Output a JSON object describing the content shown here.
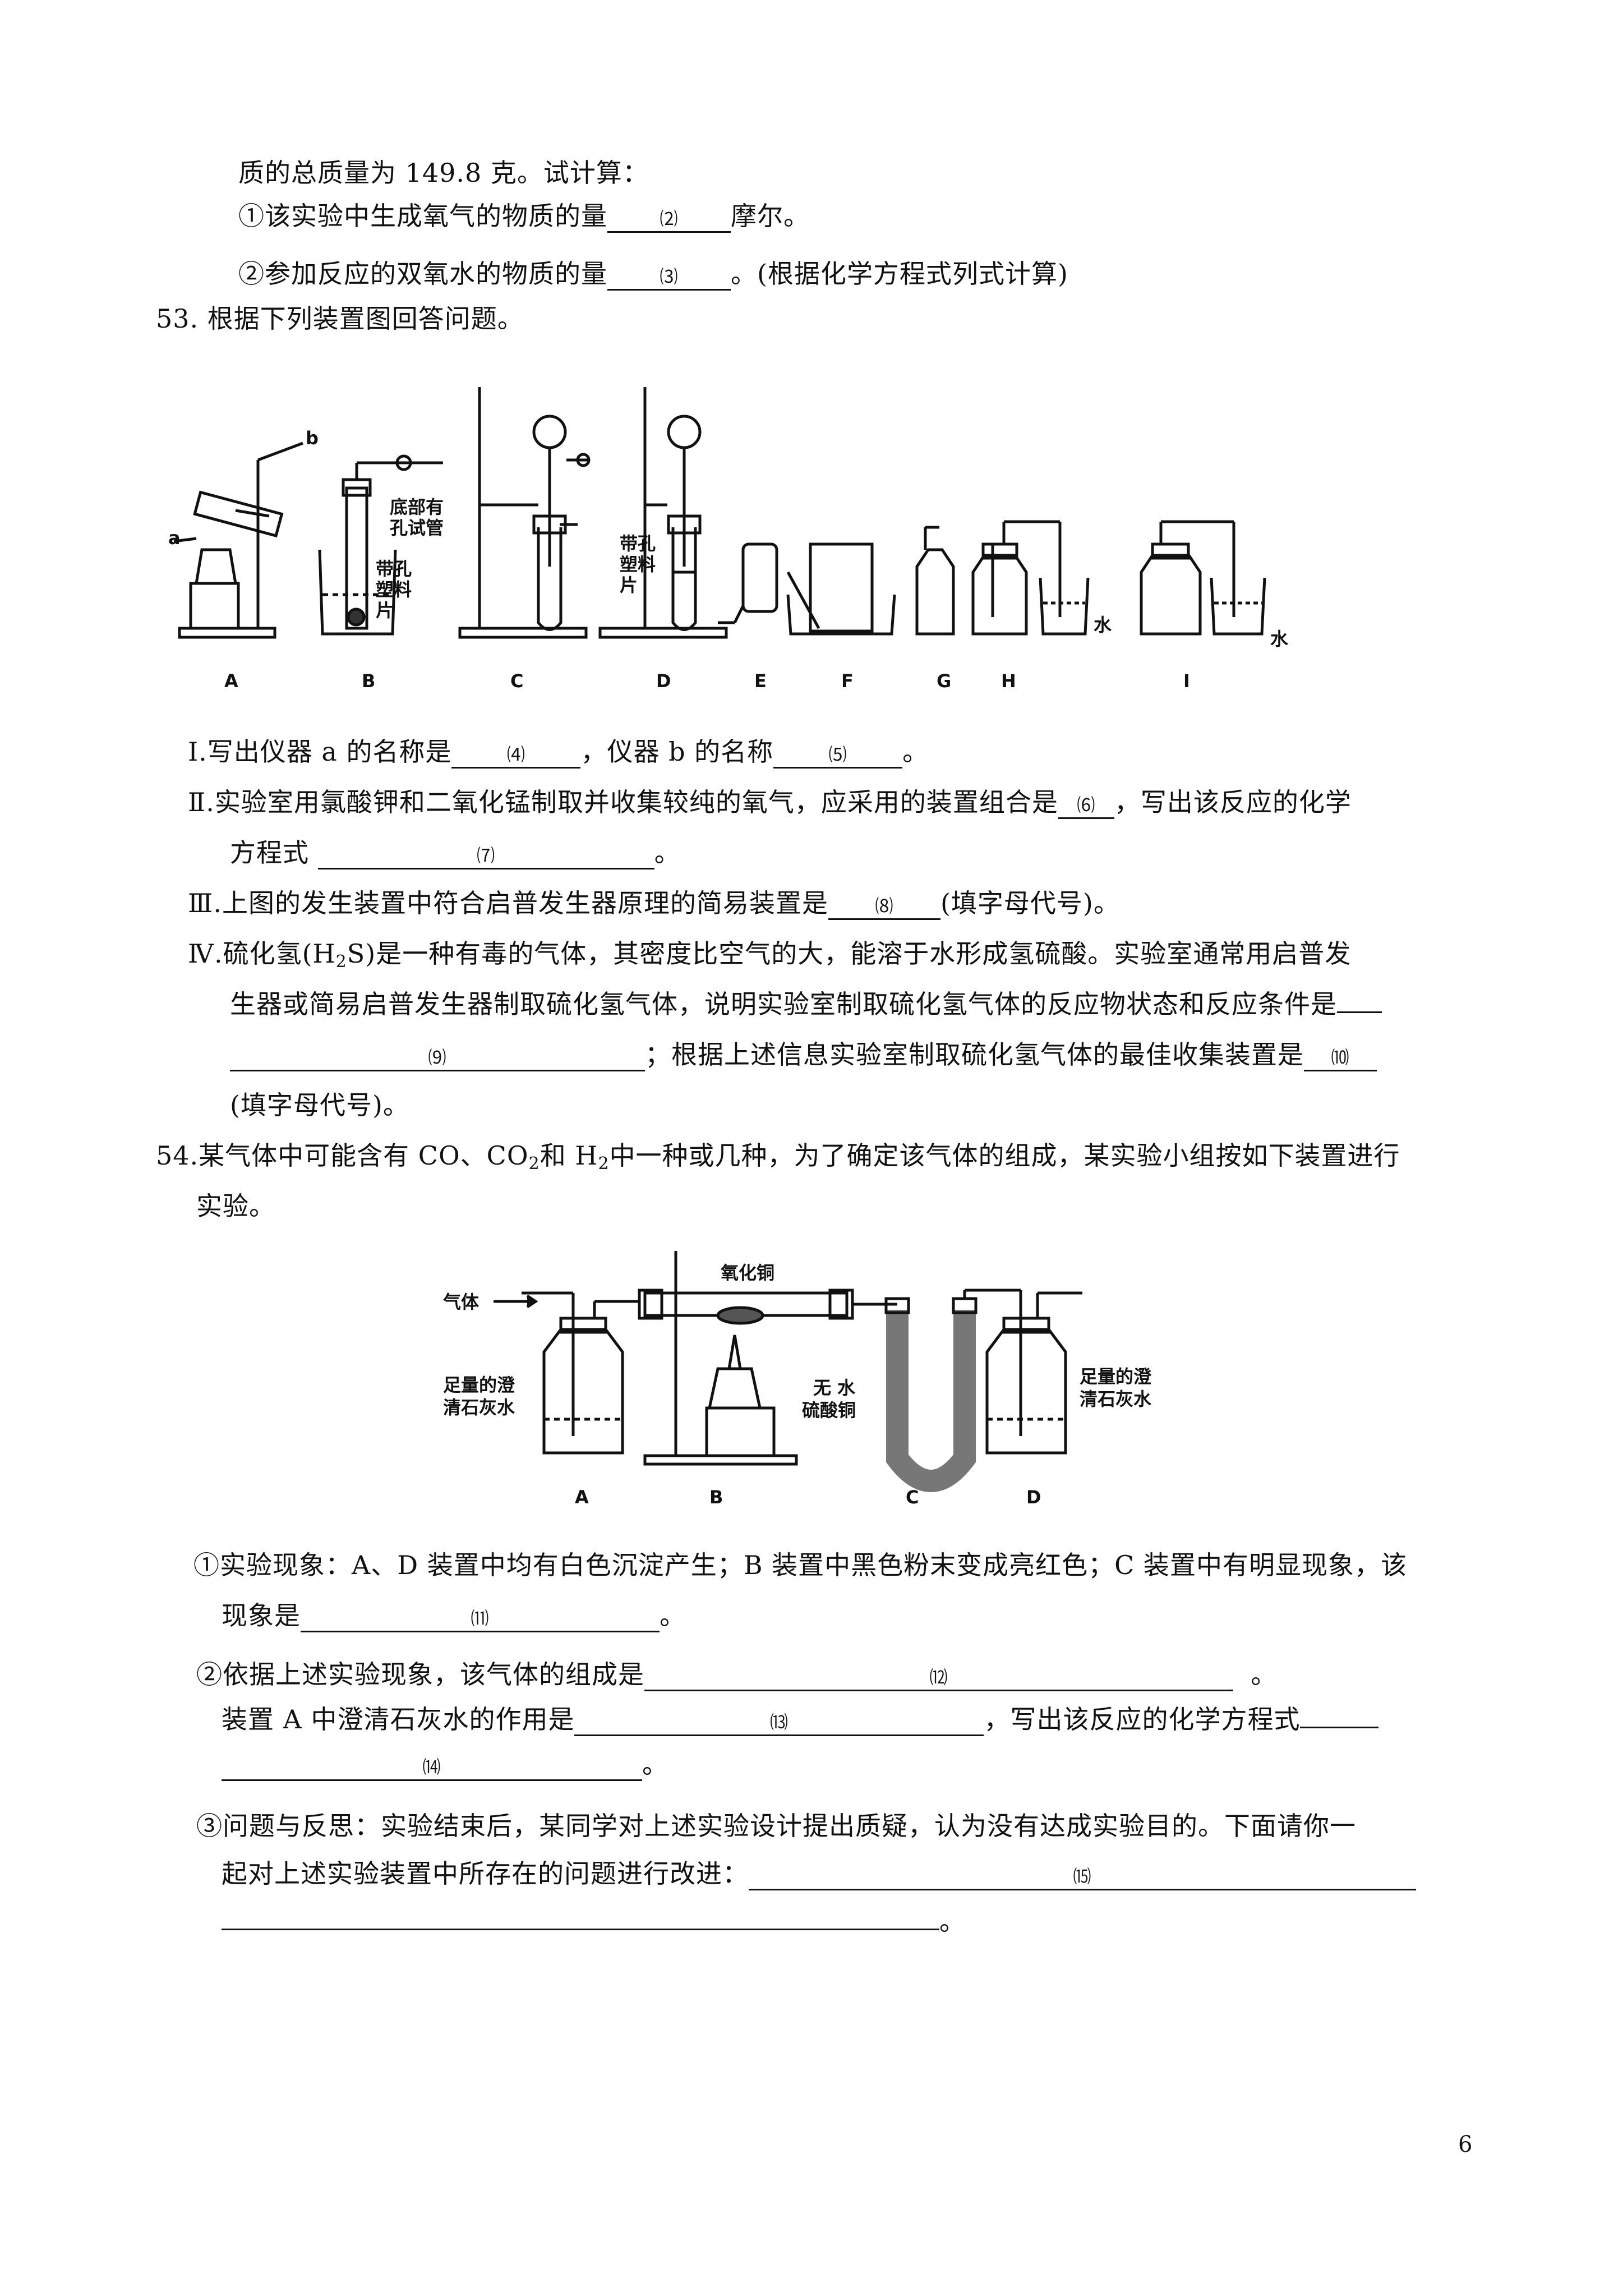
{
  "lines": {
    "l1": "质的总质量为 149.8 克。试计算：",
    "l2a": "①该实验中生成氧气的物质的量",
    "l2b": "摩尔。",
    "l3a": "②参加反应的双氧水的物质的量",
    "l3b": "。(根据化学方程式列式计算)",
    "q53": "53.  根据下列装置图回答问题。",
    "i1a": "Ⅰ.写出仪器 a 的名称是",
    "i1b": "，仪器 b 的名称",
    "i1c": "。",
    "i2a": "Ⅱ.实验室用氯酸钾和二氧化锰制取并收集较纯的氧气，应采用的装置组合是",
    "i2b": "，写出该反应的化学",
    "i2c": "方程式",
    "i2d": "。",
    "i3a": "Ⅲ.上图的发生装置中符合启普发生器原理的简易装置是",
    "i3b": "(填字母代号)。",
    "i4a": "Ⅳ.硫化氢(H",
    "i4sub": "2",
    "i4b": "S)是一种有毒的气体，其密度比空气的大，能溶于水形成氢硫酸。实验室通常用启普发",
    "i4c": "生器或简易启普发生器制取硫化氢气体，说明实验室制取硫化氢气体的反应物状态和反应条件是",
    "i4d": "；根据上述信息实验室制取硫化氢气体的最佳收集装置是",
    "i4e": "(填字母代号)。",
    "q54a": "54.某气体中可能含有 CO、CO",
    "q54sub1": "2",
    "q54b": "和 H",
    "q54sub2": "2",
    "q54c": "中一种或几种，为了确定该气体的组成，某实验小组按如下装置进行",
    "q54d": "实验。",
    "p1a": "①实验现象：A、D 装置中均有白色沉淀产生；B 装置中黑色粉末变成亮红色；C 装置中有明显现象，该",
    "p1b": "现象是",
    "p1c": "。",
    "p2a": "②依据上述实验现象，该气体的组成是",
    "p2b": "。",
    "p2c": "装置 A 中澄清石灰水的作用是",
    "p2d": "，写出该反应的化学方程式",
    "p2e": "。",
    "p3a": "③问题与反思：实验结束后，某同学对上述实验设计提出质疑，认为没有达成实验目的。下面请你一",
    "p3b": "起对上述实验装置中所存在的问题进行改进：",
    "p3c": "。"
  },
  "blanks": [
    "⑵",
    "⑶",
    "⑷",
    "⑸",
    "⑹",
    "⑺",
    "⑻",
    "⑼",
    "⑽",
    "⑾",
    "⑿",
    "⒀",
    "⒁",
    "⒂"
  ],
  "fig1": {
    "labels": [
      "A",
      "B",
      "C",
      "D",
      "E",
      "F",
      "G",
      "H",
      "I"
    ],
    "a_mark": "a",
    "b_mark": "b",
    "b_label1": "底部有",
    "b_label2": "孔试管",
    "b_label3": "带孔",
    "b_label4": "塑料",
    "b_label5": "片",
    "d_label1": "带孔",
    "d_label2": "塑料",
    "d_label3": "片",
    "water": "水"
  },
  "fig2": {
    "labels": [
      "A",
      "B",
      "C",
      "D"
    ],
    "gas": "气体",
    "cuo": "氧化铜",
    "cuso4_1": "无 水",
    "cuso4_2": "硫酸铜",
    "lime1": "足量的澄",
    "lime2": "清石灰水"
  },
  "page_number": "6"
}
